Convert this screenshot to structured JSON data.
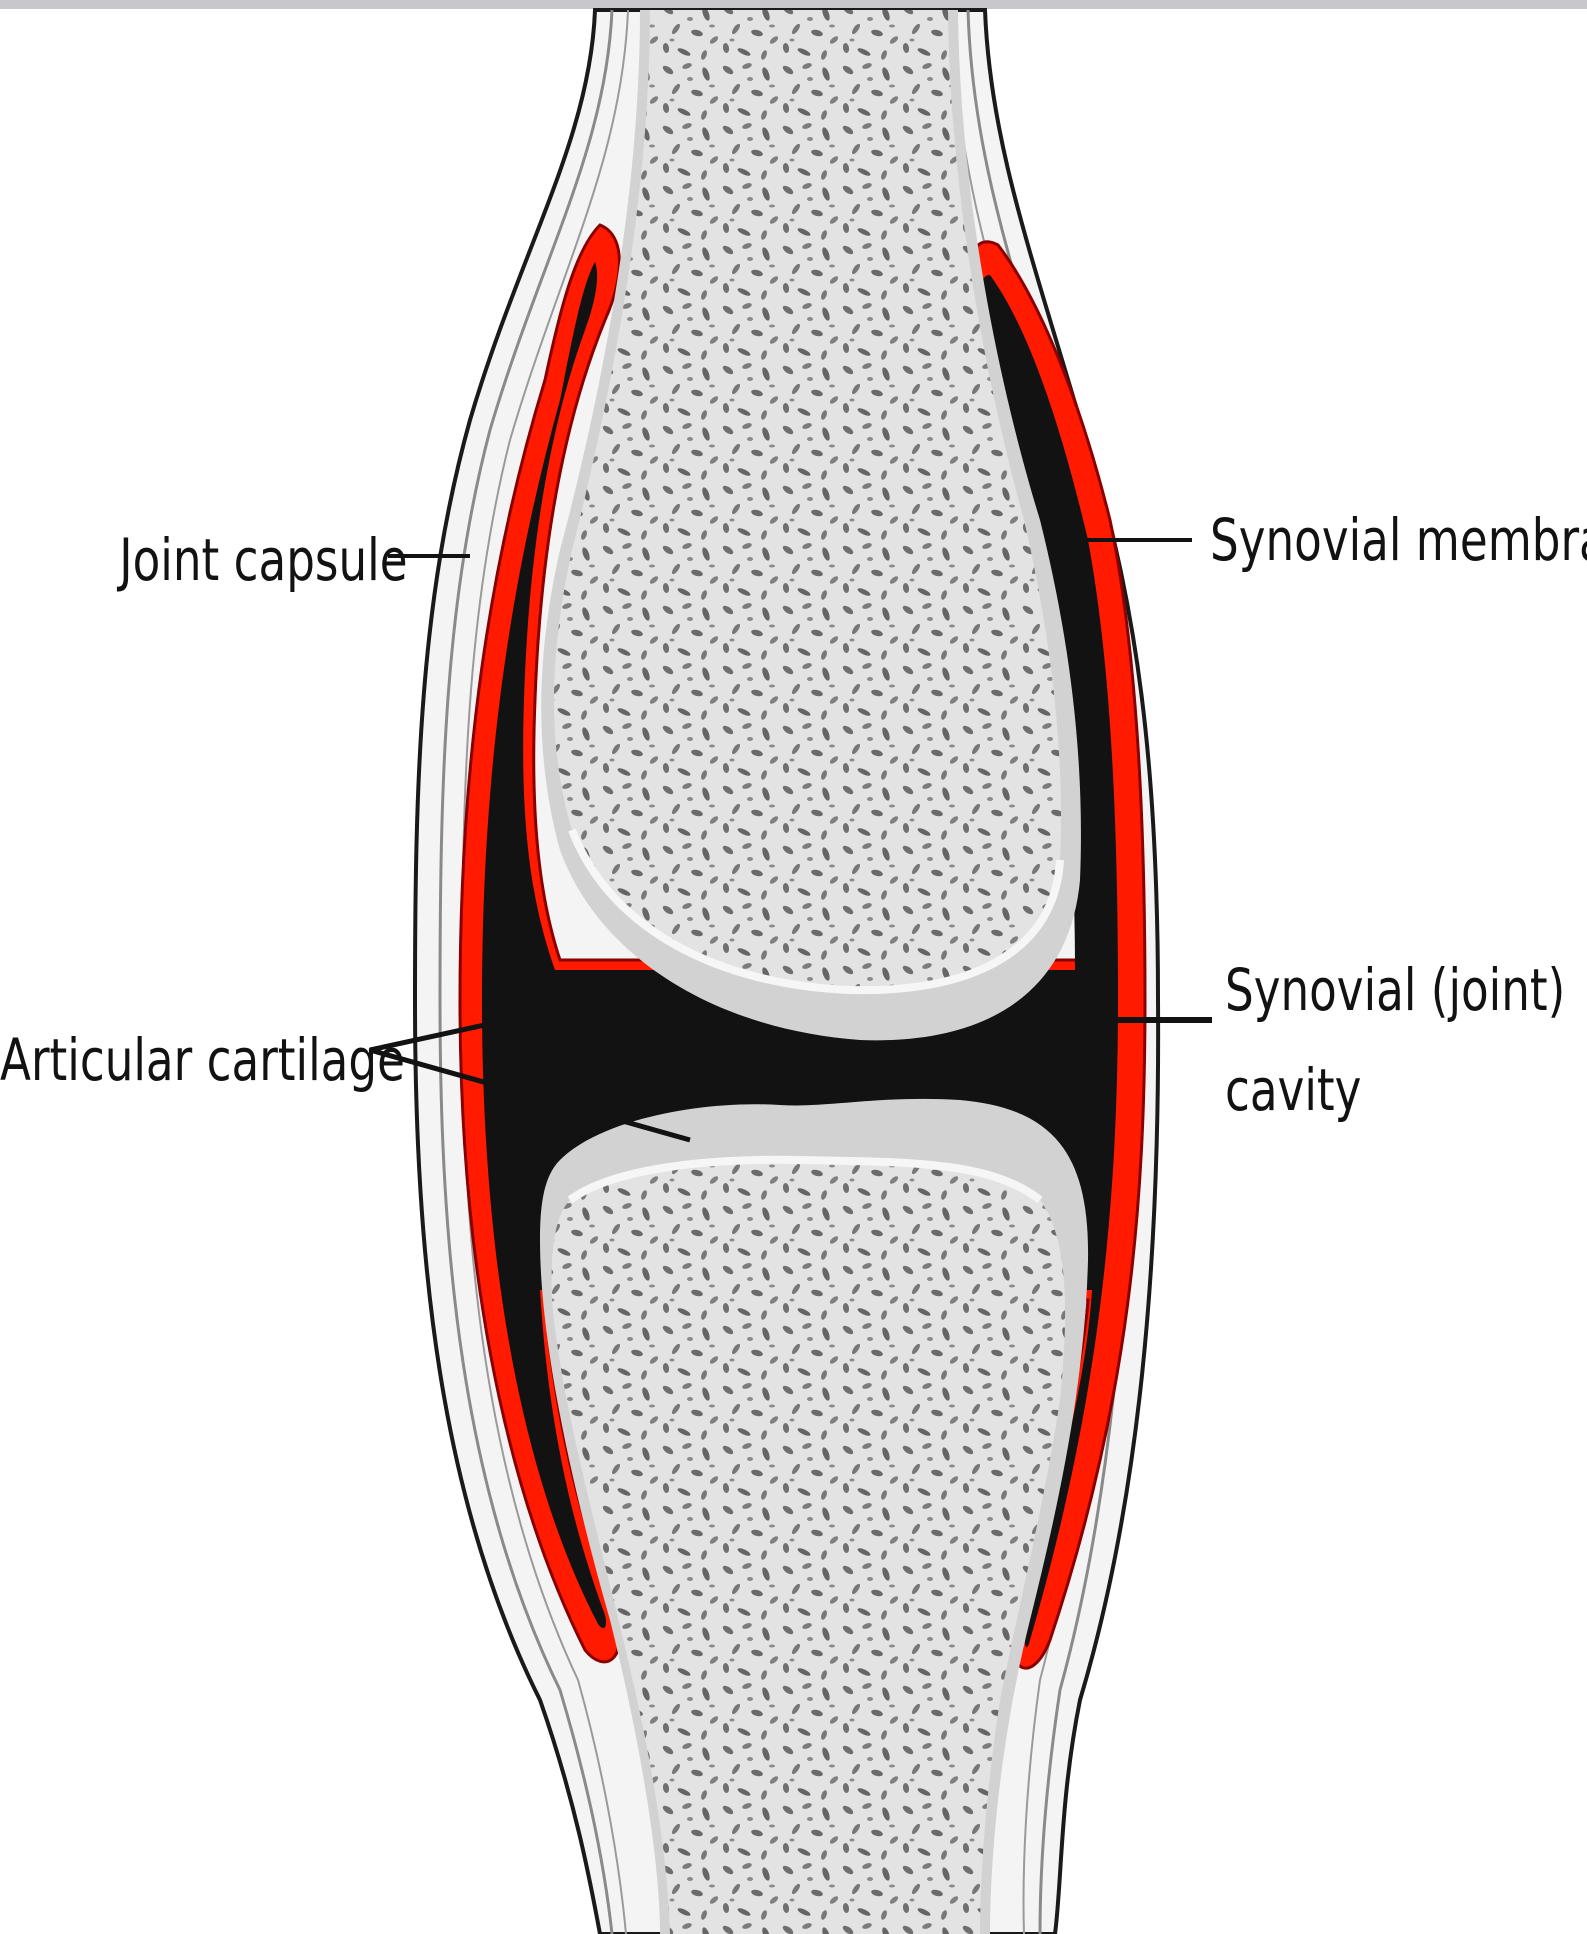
{
  "labels": {
    "joint_capsule": "Joint capsule",
    "synovial_membrane": "Synovial membrane",
    "articular_cartilage": "Articular cartilage",
    "synovial_cavity_line1": "Synovial (joint)",
    "synovial_cavity_line2": "cavity"
  },
  "colors": {
    "background": "#ffffff",
    "top_bar": "#c8c8cc",
    "synovial_membrane": "#ff1a00",
    "joint_cavity": "#121212",
    "articular_cartilage": "#d2d2d2",
    "bone_speckle": "#6e6e6e",
    "bone_base": "#b4b4b4",
    "capsule_line": "#7a7a7a"
  }
}
